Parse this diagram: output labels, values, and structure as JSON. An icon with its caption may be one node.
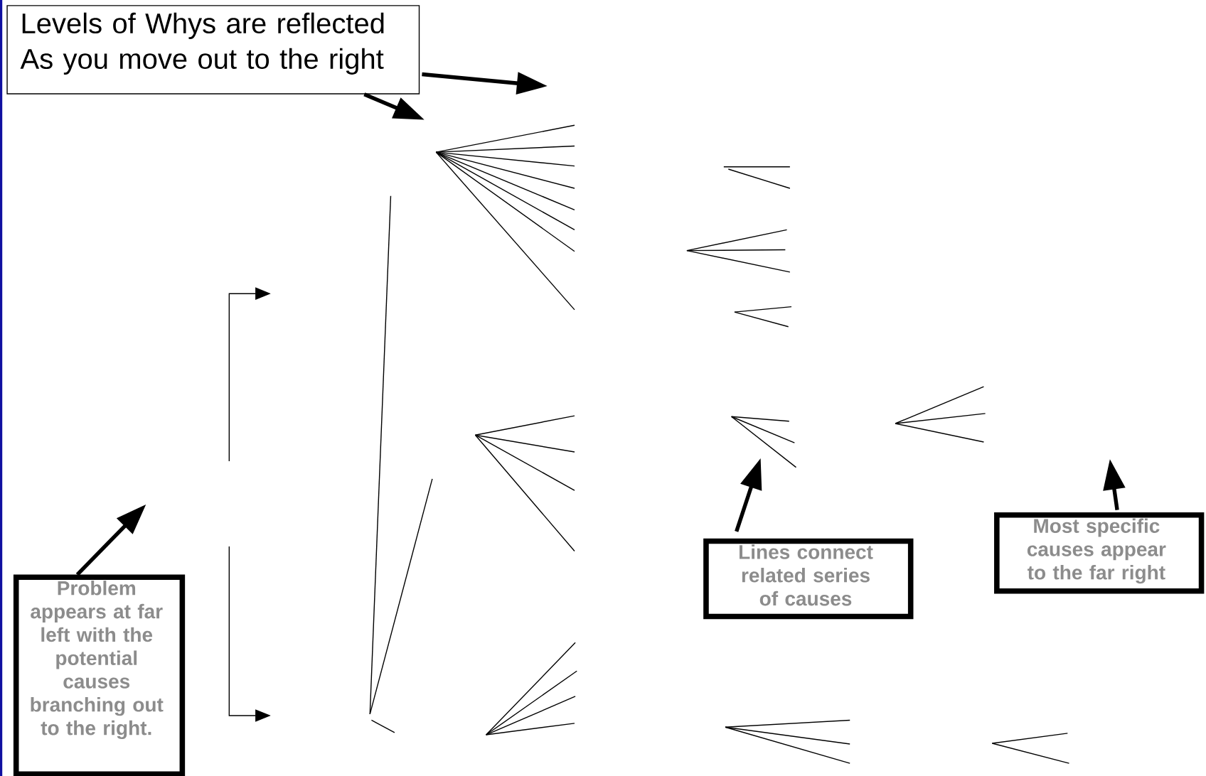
{
  "diagram": {
    "nodes": [
      {
        "text": [
          "Levels of Whys are reflected As you move out to the right"
        ]
      },
      {
        "text": [
          "Problem appears at far left with the potential causes branching out to the right."
        ]
      },
      {
        "text": [
          "Lines connect related series of causes"
        ]
      },
      {
        "text": [
          "Most specific causes appear to the far right"
        ]
      }
    ],
    "edges": [
      {
        "from": 0,
        "to": null,
        "arrow": "to"
      },
      {
        "from": 0,
        "to": null,
        "arrow": "to"
      },
      {
        "from": 1,
        "to": null,
        "arrow": "to"
      },
      {
        "from": 2,
        "to": null,
        "arrow": "to"
      },
      {
        "from": 3,
        "to": null,
        "arrow": "to"
      }
    ]
  }
}
